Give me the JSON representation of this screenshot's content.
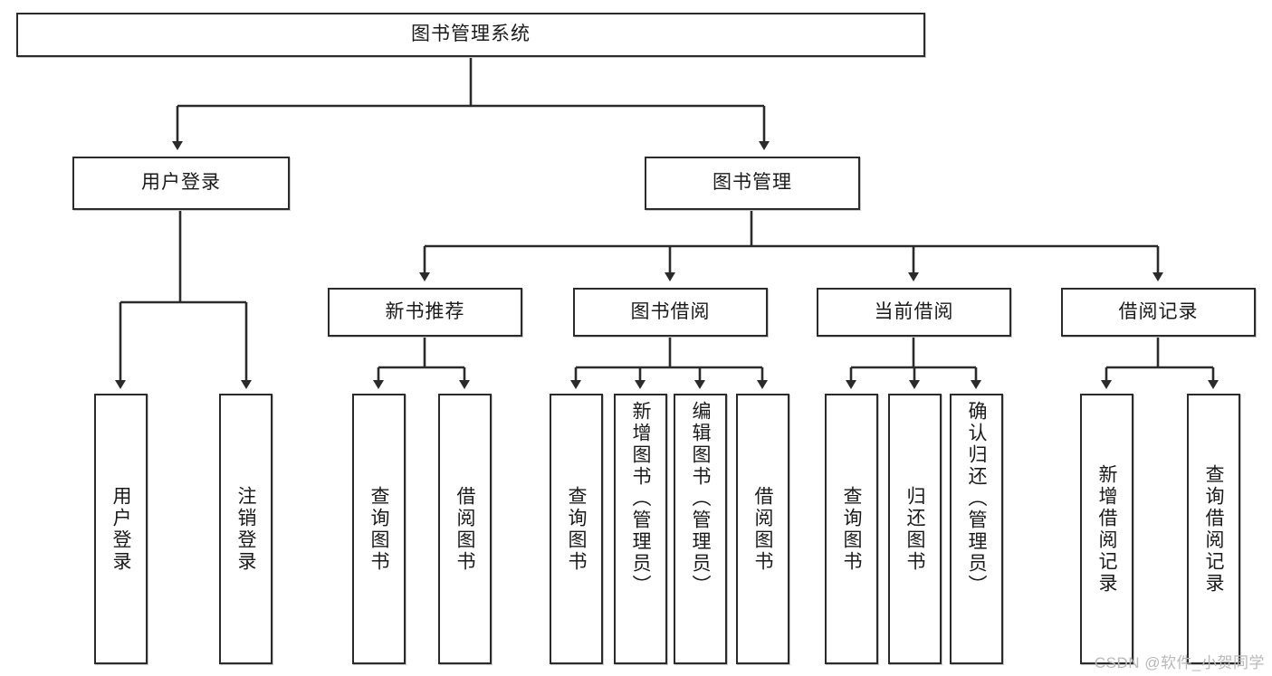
{
  "diagram": {
    "title": "图书管理系统",
    "type": "tree-hierarchy",
    "watermark": "CSDN @软件_小贺同学",
    "nodes": {
      "root": {
        "label": "图书管理系统"
      },
      "level1": [
        {
          "id": "user-login",
          "label": "用户登录"
        },
        {
          "id": "book-management",
          "label": "图书管理"
        }
      ],
      "level2": [
        {
          "id": "new-book-recommend",
          "label": "新书推荐"
        },
        {
          "id": "book-borrow",
          "label": "图书借阅"
        },
        {
          "id": "current-borrow",
          "label": "当前借阅"
        },
        {
          "id": "borrow-record",
          "label": "借阅记录"
        }
      ],
      "leaves": [
        {
          "id": "leaf-user-login",
          "label": "用户登录",
          "parent": "user-login"
        },
        {
          "id": "leaf-logout",
          "label": "注销登录",
          "parent": "user-login"
        },
        {
          "id": "leaf-query-book-1",
          "label": "查询图书",
          "parent": "new-book-recommend"
        },
        {
          "id": "leaf-borrow-book-1",
          "label": "借阅图书",
          "parent": "new-book-recommend"
        },
        {
          "id": "leaf-query-book-2",
          "label": "查询图书",
          "parent": "book-borrow"
        },
        {
          "id": "leaf-add-book",
          "label": "新增图书（管理员）",
          "parent": "book-borrow"
        },
        {
          "id": "leaf-edit-book",
          "label": "编辑图书（管理员）",
          "parent": "book-borrow"
        },
        {
          "id": "leaf-borrow-book-2",
          "label": "借阅图书",
          "parent": "book-borrow"
        },
        {
          "id": "leaf-query-book-3",
          "label": "查询图书",
          "parent": "current-borrow"
        },
        {
          "id": "leaf-return-book",
          "label": "归还图书",
          "parent": "current-borrow"
        },
        {
          "id": "leaf-confirm-return",
          "label": "确认归还（管理员）",
          "parent": "current-borrow"
        },
        {
          "id": "leaf-add-record",
          "label": "新增借阅记录",
          "parent": "borrow-record"
        },
        {
          "id": "leaf-query-record",
          "label": "查询借阅记录",
          "parent": "borrow-record"
        }
      ]
    },
    "colors": {
      "border": "#2b2b2b",
      "background": "#ffffff",
      "text": "#1a1a1a",
      "connector": "#2b2b2b",
      "watermark": "#b9b9b9"
    }
  }
}
